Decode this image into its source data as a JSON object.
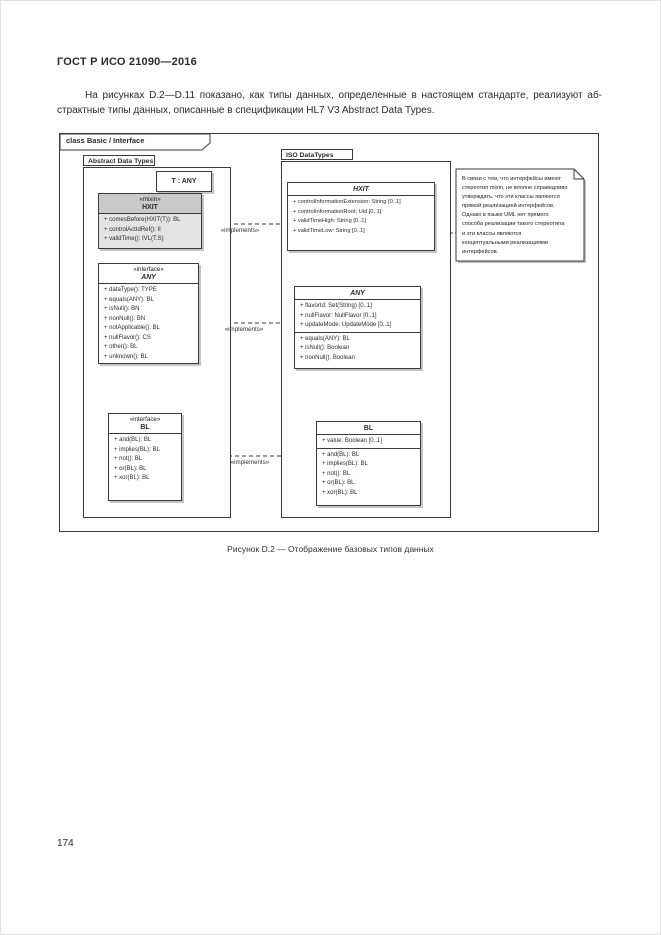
{
  "page": {
    "header": "ГОСТ Р ИСО 21090—2016",
    "paragraph_line1": "На рисунках D.2—D.11 показано, как типы данных, определенные в настоящем стандарте, реализуют аб-",
    "paragraph_line2": "страктные типы данных, описанные в спецификации HL7 V3 Abstract Data Types.",
    "caption": "Рисунок D.2 — Отображение базовых типов данных",
    "page_number": "174"
  },
  "diagram": {
    "frame_label": "class Basic / Interface",
    "packages": {
      "left": "Abstract Data Types",
      "right": "ISO DataTypes"
    },
    "template_param": "T : ANY",
    "implements_label": "«implements»",
    "classes": {
      "abstract_hxit": {
        "stereotype": "«mixin»",
        "name": "HXIT",
        "operations": [
          "+  comesBefore(HXIT(T)): BL",
          "+  controlActIdRef(): II",
          "+  validTime(): IVL(T.S)"
        ]
      },
      "abstract_any": {
        "stereotype": "«interface»",
        "name": "ANY",
        "operations": [
          "+  dataType(): TYPE",
          "+  equals(ANY): BL",
          "+  isNull(): BN",
          "+  nonNull(): BN",
          "+  notApplicable(): BL",
          "+  nullFlavor(): CS",
          "+  other(): BL",
          "+  unknown(): BL"
        ]
      },
      "abstract_bl": {
        "stereotype": "«interface»",
        "name": "BL",
        "operations": [
          "+  and(BL): BL",
          "+  implies(BL): BL",
          "+  not(): BL",
          "+  or(BL): BL",
          "+  xor(BL): BL"
        ]
      },
      "iso_hxit": {
        "name": "HXIT",
        "attributes": [
          "+  controlInformationExtension: String [0..1]",
          "+  controlInformationRoot: Uid [0..1]",
          "+  validTimeHigh: String [0..1]",
          "+  validTimeLow: String [0..1]"
        ]
      },
      "iso_any": {
        "name": "ANY",
        "attributes": [
          "+  flavorId: Set(String) [0..1]",
          "+  nullFlavor: NullFlavor [0..1]",
          "+  updateMode: UpdateMode [0..1]"
        ],
        "operations": [
          "+  equals(ANY): BL",
          "+  isNull(): Boolean",
          "+  nonNull(): Boolean"
        ]
      },
      "iso_bl": {
        "name": "BL",
        "attributes": [
          "+  value: Boolean [0..1]"
        ],
        "operations": [
          "+  and(BL): BL",
          "+  implies(BL): BL",
          "+  not(): BL",
          "+  or(BL): BL",
          "+  xor(BL): BL"
        ]
      }
    },
    "note_lines": [
      "В связи с тем, что интерфейсы имеют",
      "стереотип mixin, не вполне справедливо",
      "утверждать, что эти классы являются",
      "прямой реализацией интерфейсов.",
      "Однако в языке UML нет прямого",
      "способа реализации такого стереотипа",
      "и эти классы являются",
      "концептуальными реализациями",
      "интерфейсов."
    ]
  }
}
